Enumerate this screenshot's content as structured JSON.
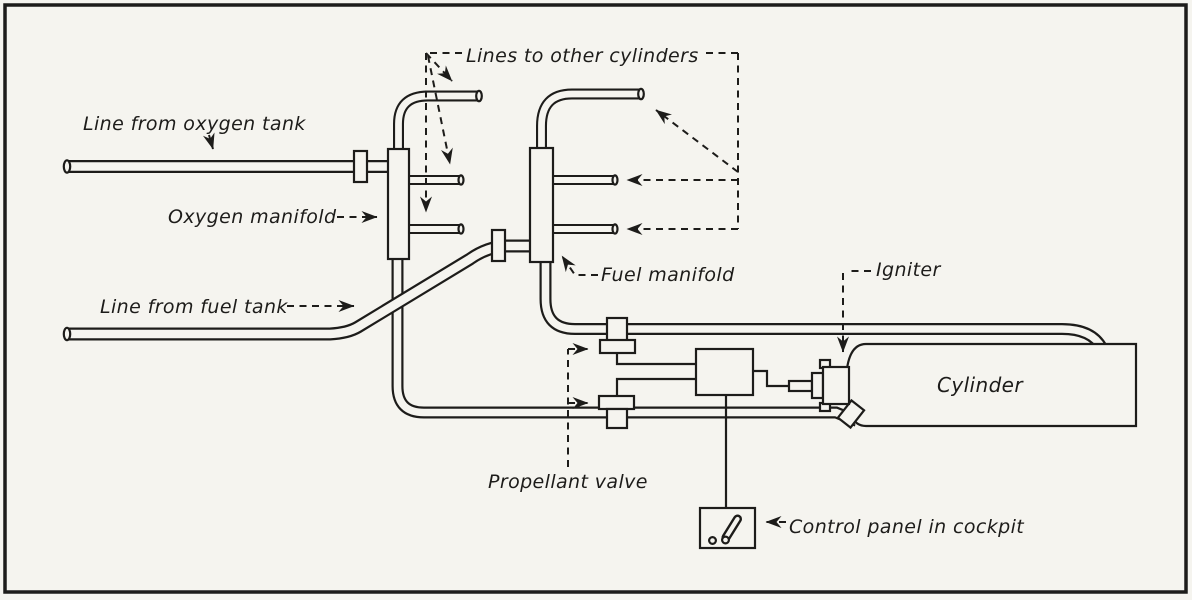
{
  "colors": {
    "ink": "#1d1c1a",
    "paper": "#f5f4ef"
  },
  "labels": {
    "lines_to_other_cylinders": "Lines to other cylinders",
    "line_from_oxygen_tank": "Line from oxygen tank",
    "oxygen_manifold": "Oxygen manifold",
    "fuel_manifold": "Fuel manifold",
    "line_from_fuel_tank": "Line from fuel tank",
    "igniter": "Igniter",
    "cylinder": "Cylinder",
    "propellant_valve": "Propellant valve",
    "control_panel_in_cockpit": "Control panel in cockpit"
  }
}
